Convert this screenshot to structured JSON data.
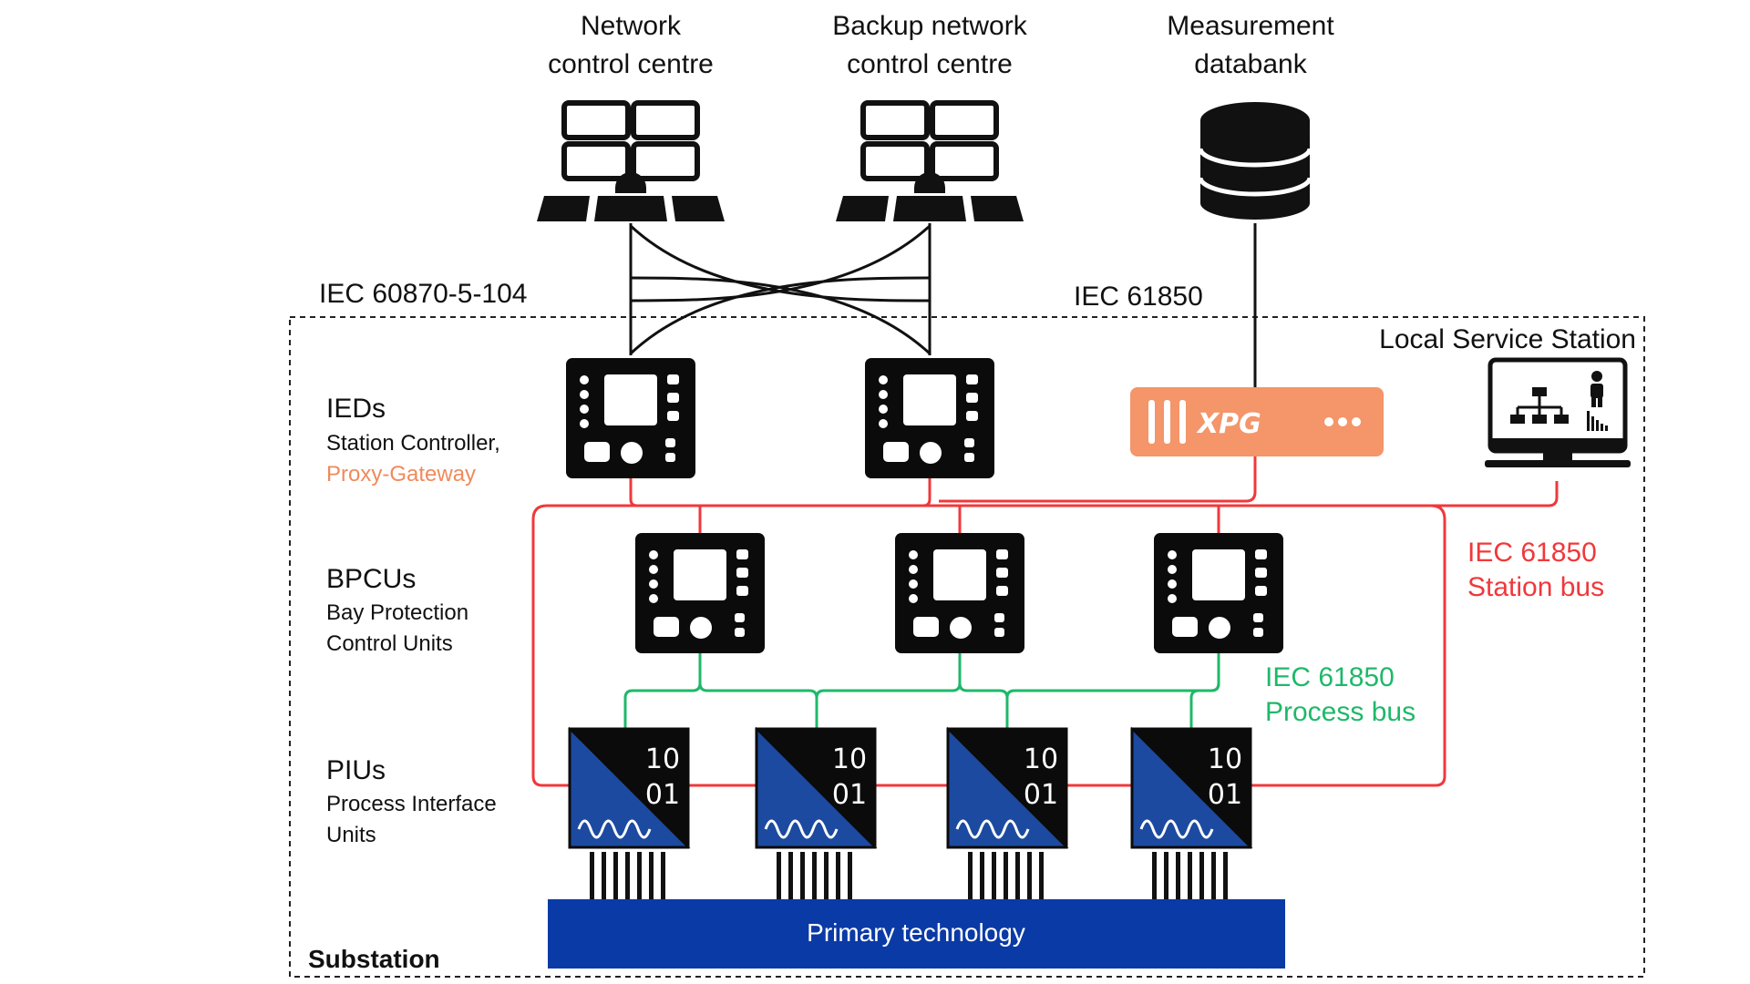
{
  "top_nodes": {
    "ncc": {
      "line1": "Network",
      "line2": "control centre"
    },
    "backup": {
      "line1": "Backup network",
      "line2": "control centre"
    },
    "databank": {
      "line1": "Measurement",
      "line2": "databank"
    }
  },
  "protocols": {
    "left": "IEC 60870-5-104",
    "right": "IEC 61850"
  },
  "local_service_station": "Local Service Station",
  "gateway_label": "XPG",
  "levels": {
    "ieds": {
      "title": "IEDs",
      "line1": "Station Controller,",
      "line2": "Proxy-Gateway"
    },
    "bpcus": {
      "title": "BPCUs",
      "line1": "Bay Protection",
      "line2": "Control Units"
    },
    "pius": {
      "title": "PIUs",
      "line1": "Process Interface",
      "line2": "Units"
    }
  },
  "buses": {
    "station": {
      "line1": "IEC 61850",
      "line2": "Station bus"
    },
    "process": {
      "line1": "IEC 61850",
      "line2": "Process bus"
    }
  },
  "piu_bits": {
    "top": "10",
    "bottom": "01"
  },
  "primary_technology": "Primary technology",
  "substation": "Substation",
  "colors": {
    "station_bus": "#f0383b",
    "process_bus": "#1fb86a",
    "gateway": "#f4956a",
    "piu_blue": "#1c4aa0",
    "primary_blue": "#0a3aa6",
    "accent_text": "#f08a5c"
  }
}
